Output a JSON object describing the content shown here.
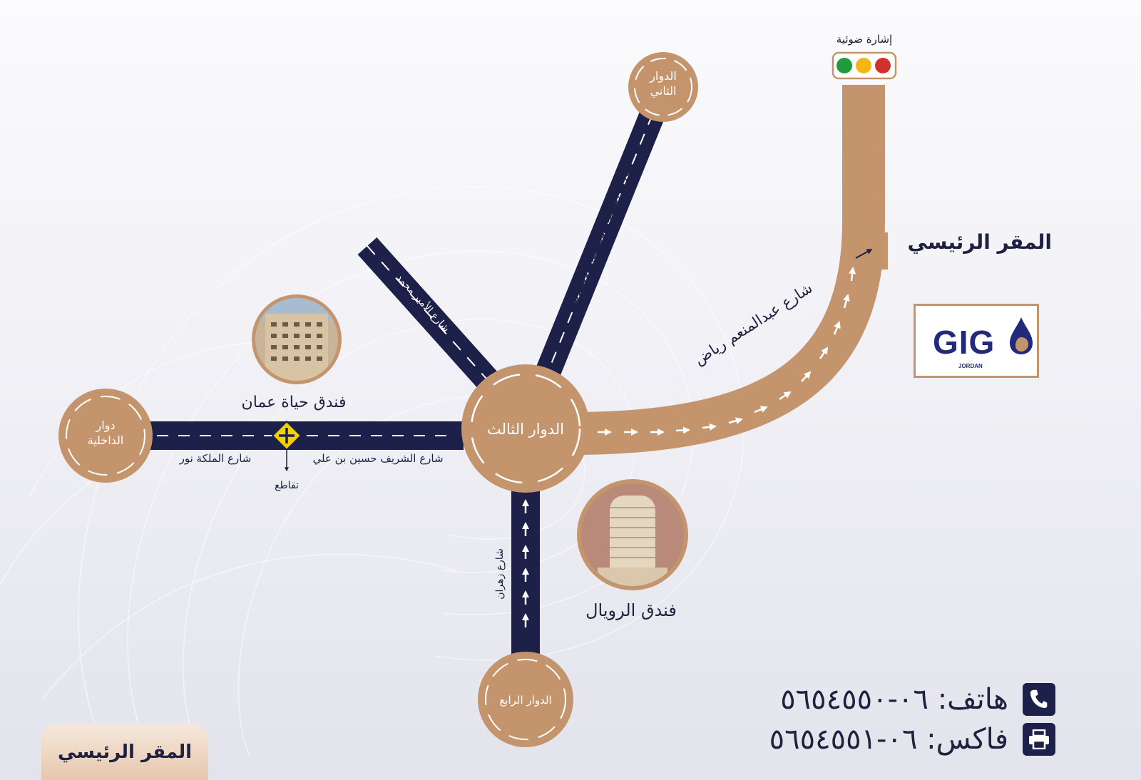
{
  "map": {
    "traffic_light_label": "إشارة ضوئية",
    "headquarters_label": "المقر الرئيسي",
    "roundabouts": {
      "second": "الدوار\nالثاني",
      "third": "الدوار الثالث",
      "fourth": "الدوار الرابع",
      "interior": "دوار\nالداخلية"
    },
    "streets": {
      "abdel_moneim_riad": "شارع عبدالمنعم رياض",
      "islamic_college": "شارع الكلية العلمية الإسلامية",
      "prince_mohammad": "شارع الأمير محمد",
      "sharif_hussein": "شارع الشريف حسين بن علي",
      "queen_noor": "شارع الملكة نور",
      "zahran": "شارع زهران"
    },
    "intersection_label": "تقاطع",
    "landmarks": {
      "hyatt": "فندق حياة عمان",
      "royal": "فندق الرويال"
    }
  },
  "logo": {
    "text": "GIG",
    "subtext": "JORDAN"
  },
  "contact": {
    "phone": "هاتف: ٠٦-٥٦٥٤٥٥٠",
    "fax": "فاكس: ٠٦-٥٦٥٤٥٥١"
  },
  "footer": {
    "label": "المقر الرئيسي"
  },
  "colors": {
    "road_navy": "#1d2048",
    "road_tan": "#c4956c",
    "text_dark": "#1f2140",
    "brand_blue": "#232a7a"
  }
}
